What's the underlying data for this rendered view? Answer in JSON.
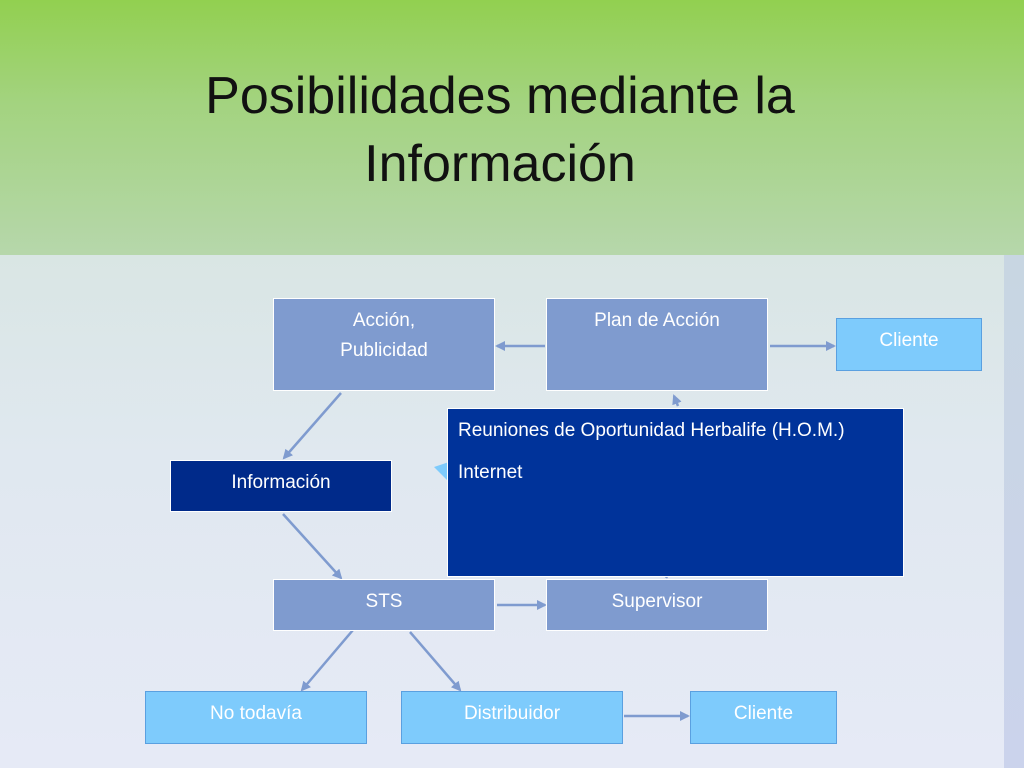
{
  "slide": {
    "title": "Posibilidades mediante la Información"
  },
  "nodes": {
    "accion": "Acción,\nPublicidad",
    "plan": "Plan de Acción",
    "cliente_top": "Cliente",
    "informacion": "Información",
    "sts": "STS",
    "supervisor": "Supervisor",
    "no_todavia": "No todavía",
    "distribuidor": "Distribuidor",
    "cliente_bottom": "Cliente"
  },
  "callout": {
    "line1": "Reuniones de Oportunidad Herbalife (H.O.M.)",
    "line2": "Internet"
  },
  "colors": {
    "node_fill": "#7f9bcf",
    "dark_fill": "#002a8a",
    "light_fill": "#7ecbfc",
    "arrow": "#7f9bcf",
    "title_green": "#92d050"
  }
}
